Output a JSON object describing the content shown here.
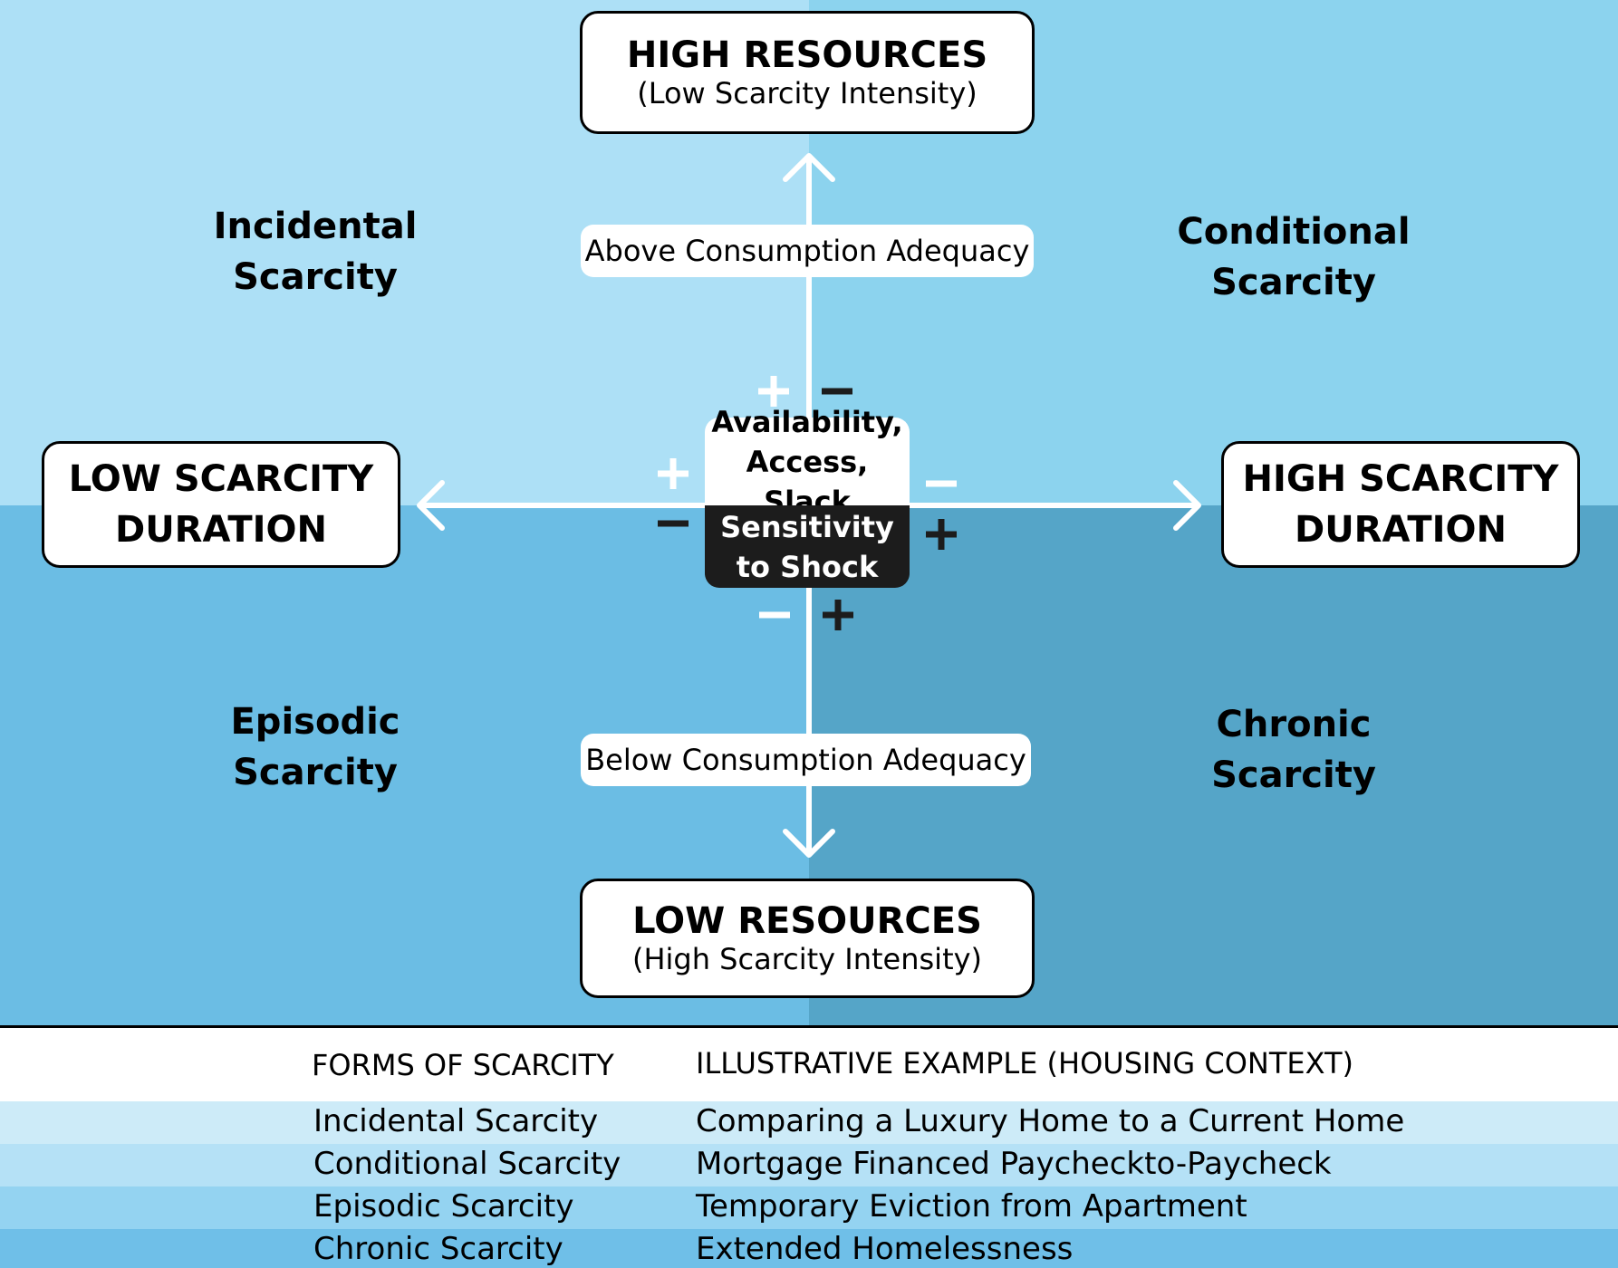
{
  "colors": {
    "quadrant_top_left": "#ade0f6",
    "quadrant_top_right": "#8cd3ee",
    "quadrant_bottom_left": "#6bbde4",
    "quadrant_bottom_right": "#55a5c8",
    "row_1": "#cdebf8",
    "row_2": "#b5e1f6",
    "row_3": "#94d3f1",
    "row_4": "#6fbfe8"
  },
  "vertical_axis": {
    "top": {
      "title": "HIGH RESOURCES",
      "subtitle": "(Low Scarcity Intensity)"
    },
    "bottom": {
      "title": "LOW RESOURCES",
      "subtitle": "(High Scarcity Intensity)"
    },
    "upper_label": "Above Consumption Adequacy",
    "lower_label": "Below Consumption Adequacy"
  },
  "horizontal_axis": {
    "left": {
      "line1": "LOW SCARCITY",
      "line2": "DURATION"
    },
    "right": {
      "line1": "HIGH SCARCITY",
      "line2": "DURATION"
    }
  },
  "quadrants": {
    "top_left": {
      "line1": "Incidental",
      "line2": "Scarcity"
    },
    "top_right": {
      "line1": "Conditional",
      "line2": "Scarcity"
    },
    "bottom_left": {
      "line1": "Episodic",
      "line2": "Scarcity"
    },
    "bottom_right": {
      "line1": "Chronic",
      "line2": "Scarcity"
    }
  },
  "center": {
    "top": {
      "line1": "Availability,",
      "line2": "Access, Slack"
    },
    "bottom": {
      "line1": "Sensitivity",
      "line2": "to Shock"
    }
  },
  "signs": {
    "top_left": "+",
    "top_right": "−",
    "left_upper": "+",
    "left_lower": "−",
    "right_upper": "−",
    "right_lower": "+",
    "bottom_left": "−",
    "bottom_right": "+"
  },
  "table": {
    "header_forms": "FORMS OF SCARCITY",
    "header_example": "ILLUSTRATIVE EXAMPLE (HOUSING CONTEXT)",
    "rows": [
      {
        "form": "Incidental Scarcity",
        "example": "Comparing a Luxury Home to a Current Home"
      },
      {
        "form": "Conditional Scarcity",
        "example": "Mortgage Financed Paycheckto-Paycheck"
      },
      {
        "form": "Episodic Scarcity",
        "example": "Temporary Eviction from Apartment"
      },
      {
        "form": "Chronic Scarcity",
        "example": "Extended Homelessness"
      }
    ]
  }
}
